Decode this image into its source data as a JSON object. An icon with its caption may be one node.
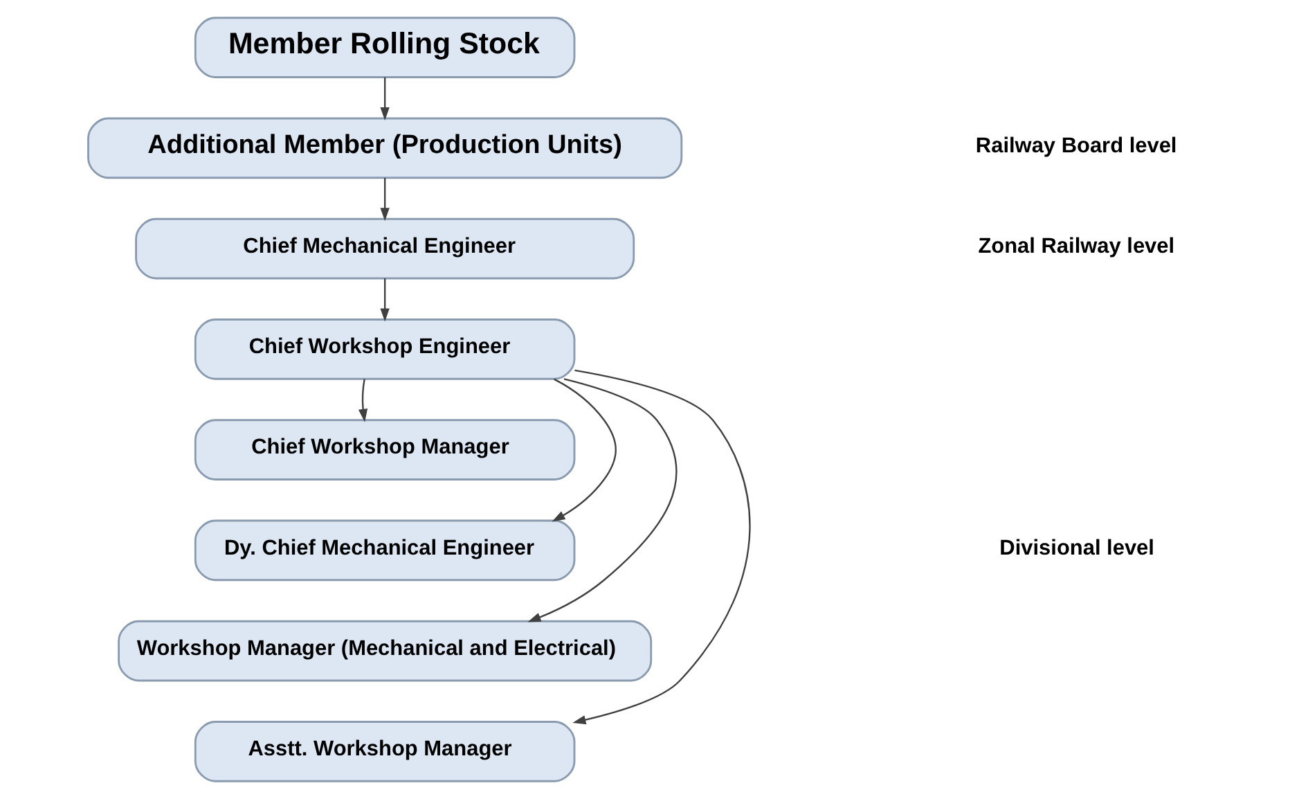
{
  "diagram": {
    "nodes": [
      {
        "text": [
          "Member Rolling Stock"
        ]
      },
      {
        "text": [
          "Additional Member (Production Units)"
        ]
      },
      {
        "text": [
          "Chief Mechanical Engineer"
        ]
      },
      {
        "text": [
          "Chief Workshop Engineer"
        ]
      },
      {
        "text": [
          "Chief Workshop Manager"
        ]
      },
      {
        "text": [
          "Dy. Chief Mechanical Engineer"
        ]
      },
      {
        "text": [
          "Workshop Manager (Mechanical and Electrical)"
        ]
      },
      {
        "text": [
          "Asstt. Workshop Manager"
        ]
      }
    ],
    "edges": [
      {
        "from": 0,
        "to": 1,
        "arrow": "to"
      },
      {
        "from": 1,
        "to": 2,
        "arrow": "to"
      },
      {
        "from": 2,
        "to": 3,
        "arrow": "to"
      },
      {
        "from": 3,
        "to": 4,
        "arrow": "to"
      },
      {
        "from": 3,
        "to": 5,
        "arrow": "to"
      },
      {
        "from": 3,
        "to": 6,
        "arrow": "to"
      },
      {
        "from": 3,
        "to": 7,
        "arrow": "to"
      }
    ],
    "labels": [
      "Railway Board level",
      "Zonal Railway level",
      "Divisional level"
    ]
  }
}
